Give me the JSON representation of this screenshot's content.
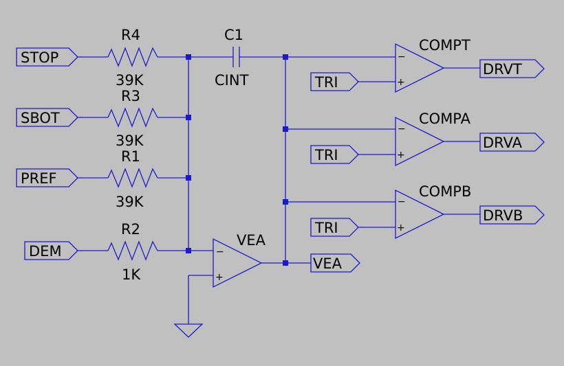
{
  "colors": {
    "background": "#c0c0c0",
    "wire": "#1a1ad0",
    "text": "#000000"
  },
  "ports": {
    "stop": "STOP",
    "sbot": "SBOT",
    "pref": "PREF",
    "dem": "DEM",
    "tri_t": "TRI",
    "tri_a": "TRI",
    "tri_b": "TRI",
    "drvt": "DRVT",
    "drva": "DRVA",
    "drvb": "DRVB",
    "vea": "VEA"
  },
  "resistors": {
    "r4": {
      "ref": "R4",
      "value": "39K"
    },
    "r3": {
      "ref": "R3",
      "value": "39K"
    },
    "r1": {
      "ref": "R1",
      "value": "39K"
    },
    "r2": {
      "ref": "R2",
      "value": "1K"
    }
  },
  "capacitor": {
    "ref": "C1",
    "value": "CINT"
  },
  "opamps": {
    "compt": "COMPT",
    "compa": "COMPA",
    "compb": "COMPB",
    "vea": "VEA"
  },
  "pin_signs": {
    "minus": "−",
    "plus": "+"
  },
  "icons": {
    "ground": "ground-icon"
  }
}
